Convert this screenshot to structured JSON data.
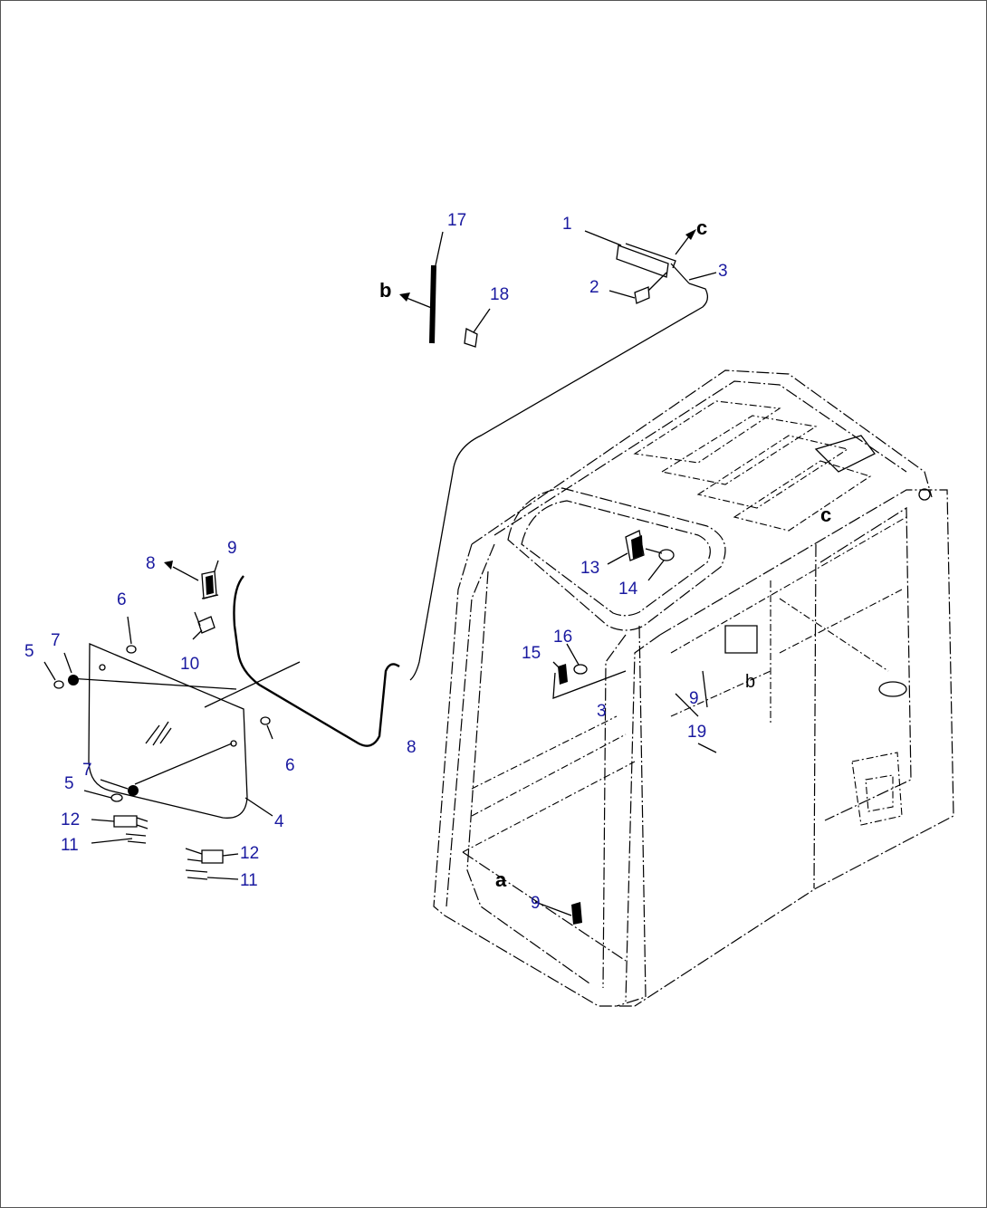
{
  "labels": [
    {
      "id": "l17",
      "text": "17"
    },
    {
      "id": "l18",
      "text": "18"
    },
    {
      "id": "lb1",
      "text": "b"
    },
    {
      "id": "l1",
      "text": "1"
    },
    {
      "id": "lc1",
      "text": "c"
    },
    {
      "id": "l3a",
      "text": "3"
    },
    {
      "id": "l2",
      "text": "2"
    },
    {
      "id": "lc2",
      "text": "c"
    },
    {
      "id": "l9a",
      "text": "9"
    },
    {
      "id": "l8a",
      "text": "8"
    },
    {
      "id": "l6a",
      "text": "6"
    },
    {
      "id": "l5a",
      "text": "5"
    },
    {
      "id": "l7a",
      "text": "7"
    },
    {
      "id": "l10",
      "text": "10"
    },
    {
      "id": "l13",
      "text": "13"
    },
    {
      "id": "l14",
      "text": "14"
    },
    {
      "id": "l16",
      "text": "16"
    },
    {
      "id": "l15",
      "text": "15"
    },
    {
      "id": "l3b",
      "text": "3"
    },
    {
      "id": "l9b",
      "text": "9"
    },
    {
      "id": "lb2",
      "text": "b"
    },
    {
      "id": "l19",
      "text": "19"
    },
    {
      "id": "l8b",
      "text": "8"
    },
    {
      "id": "l6b",
      "text": "6"
    },
    {
      "id": "l7b",
      "text": "7"
    },
    {
      "id": "l5b",
      "text": "5"
    },
    {
      "id": "l4",
      "text": "4"
    },
    {
      "id": "l12a",
      "text": "12"
    },
    {
      "id": "l11a",
      "text": "11"
    },
    {
      "id": "l12b",
      "text": "12"
    },
    {
      "id": "l11b",
      "text": "11"
    },
    {
      "id": "la",
      "text": "a"
    },
    {
      "id": "l9c",
      "text": "9"
    }
  ]
}
